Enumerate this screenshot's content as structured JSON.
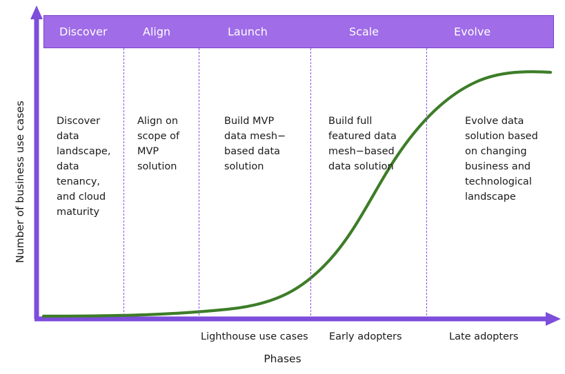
{
  "chart_data": {
    "type": "line",
    "title": "",
    "xlabel": "Phases",
    "ylabel": "Number of business use cases",
    "grid": false,
    "legend": "none",
    "xlim": [
      0,
      100
    ],
    "ylim": [
      0,
      100
    ],
    "series": [
      {
        "name": "Adoption S-curve",
        "color": "#3d7d28",
        "x": [
          0,
          8,
          16,
          24,
          32,
          39,
          45,
          50,
          55,
          60,
          64,
          68,
          72,
          76,
          80,
          84,
          88,
          92,
          96,
          100
        ],
        "y": [
          1,
          1,
          1.2,
          1.6,
          2.6,
          4.5,
          7.5,
          12,
          19,
          29,
          40,
          52,
          63,
          72,
          79,
          84,
          88,
          90,
          91.5,
          92
        ]
      }
    ],
    "phase_boundaries_pct": [
      15.7,
      30.4,
      52.3,
      75.0
    ],
    "annotations": [
      "Lighthouse use cases",
      "Early adopters",
      "Late adopters"
    ]
  },
  "colors": {
    "phase_bar_fill": "#a06ce8",
    "phase_bar_border": "#7a42c9",
    "axis": "#7d4ddb",
    "divider": "#8a4fd8",
    "curve": "#3d7d28",
    "text": "#1a1a1a",
    "phase_label_text": "#ffffff"
  },
  "axes": {
    "y_title": "Number of business use cases",
    "x_title": "Phases"
  },
  "phases": [
    {
      "name": "Discover",
      "body": "Discover\ndata\nlandscape,\ndata\ntenancy,\nand cloud\nmaturity"
    },
    {
      "name": "Align",
      "body": "Align on\nscope of\nMVP\nsolution"
    },
    {
      "name": "Launch",
      "body": "Build MVP\ndata mesh−\nbased data\nsolution"
    },
    {
      "name": "Scale",
      "body": "Build full\nfeatured data\nmesh−based\ndata solution"
    },
    {
      "name": "Evolve",
      "body": "Evolve data\nsolution based\non changing\nbusiness and\ntechnological\nlandscape"
    }
  ],
  "adopter_labels": [
    {
      "text": "Lighthouse use cases"
    },
    {
      "text": "Early adopters"
    },
    {
      "text": "Late adopters"
    }
  ]
}
